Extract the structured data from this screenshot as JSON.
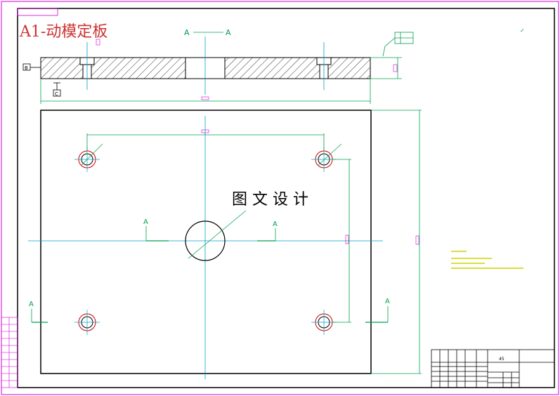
{
  "drawing": {
    "title": "A1-动模定板",
    "watermark": "图 文 设 计",
    "section_label": "A",
    "material": "45",
    "colors": {
      "frame": "#d000d0",
      "outline": "#000000",
      "dimension": "#00c800",
      "centerline": "#00a0c8",
      "hatch": "#000000",
      "title_red": "#cc3333",
      "notes": "#d0d000"
    }
  }
}
